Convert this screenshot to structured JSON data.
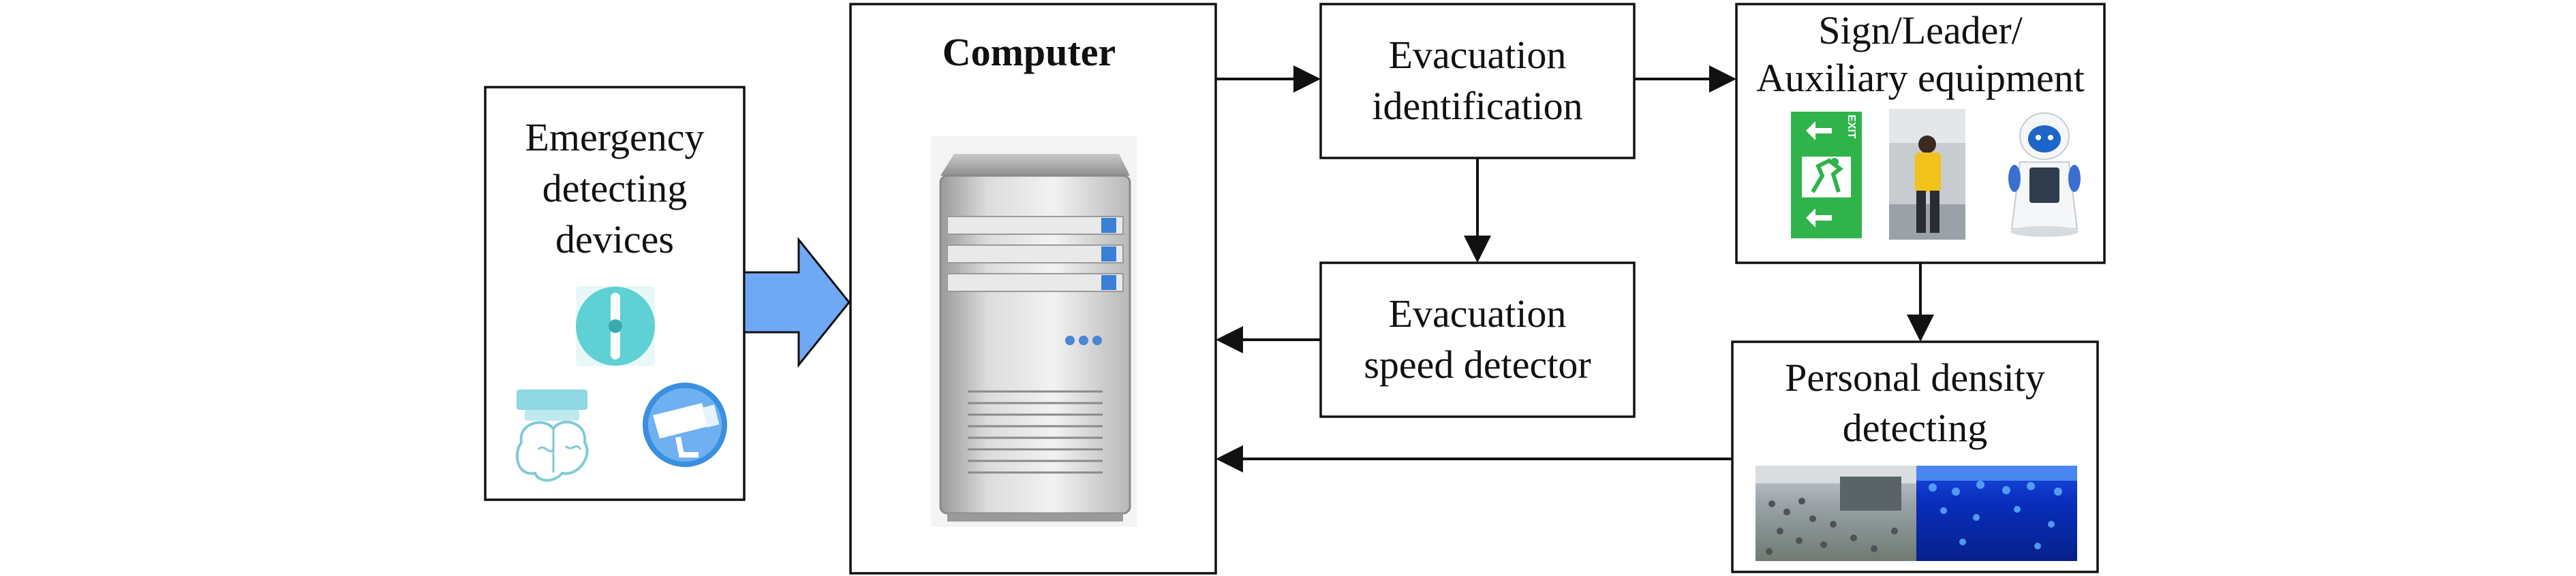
{
  "nodes": {
    "emergency": {
      "label_lines": [
        "Emergency",
        "detecting",
        "devices"
      ]
    },
    "computer": {
      "label": "Computer"
    },
    "evac_id": {
      "label_lines": [
        "Evacuation",
        "identification"
      ]
    },
    "sign": {
      "label_lines": [
        "Sign/Leader/",
        "Auxiliary equipment"
      ]
    },
    "speed": {
      "label_lines": [
        "Evacuation",
        "speed detector"
      ]
    },
    "density": {
      "label_lines": [
        "Personal density",
        "detecting"
      ]
    }
  },
  "exit_sign": {
    "text": "EXIT",
    "color": "#2fb34a"
  },
  "icons": {
    "emergency": [
      "manual-call-point-icon",
      "smoke-detector-icon",
      "camera-icon"
    ],
    "computer": [
      "server-tower-icon"
    ],
    "sign": [
      "exit-sign-icon",
      "leader-person-icon",
      "robot-icon"
    ],
    "density": [
      "crowd-photo-icon",
      "density-heatmap-icon"
    ]
  },
  "colors": {
    "big_arrow": "#6fa8f5",
    "icon_teal": "#5fd0d3",
    "icon_blue": "#3a8fe0",
    "heatmap_blue": "#0a2fbf"
  }
}
